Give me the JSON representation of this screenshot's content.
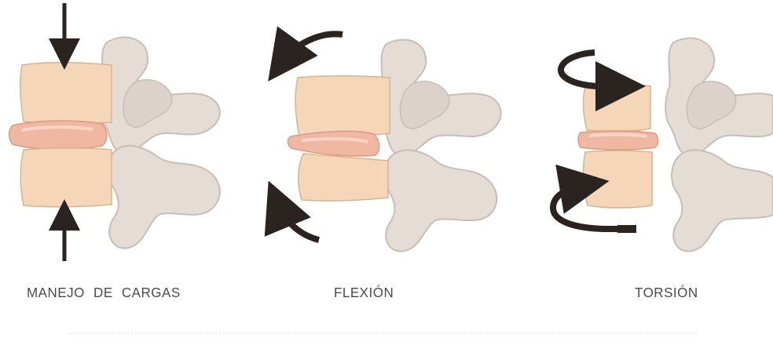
{
  "panels": [
    {
      "id": "load",
      "caption": "MANEJO DE CARGAS"
    },
    {
      "id": "flexion",
      "caption": "FLEXIÓN"
    },
    {
      "id": "torsion",
      "caption": "TORSIÓN"
    }
  ],
  "colors": {
    "vertebra_body": "#f5d6b9",
    "vertebra_shadow": "#e8c3a3",
    "process": "#e6dcd6",
    "process_outline": "#c9bdb6",
    "disc": "#f0b7a3",
    "disc_highlight": "#f8d5c8",
    "arrow": "#2a2320",
    "caption": "#4a4a4a"
  }
}
